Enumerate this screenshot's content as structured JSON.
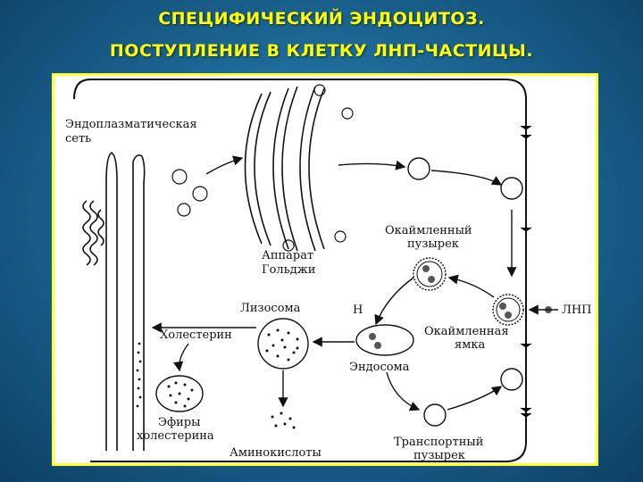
{
  "title": {
    "line1": "СПЕЦИФИЧЕСКИЙ ЭНДОЦИТОЗ.",
    "line2": "ПОСТУПЛЕНИЕ В КЛЕТКУ ЛНП-ЧАСТИЦЫ."
  },
  "diagram": {
    "er_label_1": "Эндоплазматическая",
    "er_label_2": "сеть",
    "golgi_label_1": "Аппарат",
    "golgi_label_2": "Гольджи",
    "coated_vesicle_label_1": "Окаймленный",
    "coated_vesicle_label_2": "пузырек",
    "h_label": "H",
    "lysosome_label": "Лизосома",
    "cholesterol_label": "Холестерин",
    "coated_pit_label_1": "Окаймленная",
    "coated_pit_label_2": "ямка",
    "ldl_label": "ЛНП",
    "endosome_label": "Эндосома",
    "esters_label_1": "Эфиры",
    "esters_label_2": "холестерина",
    "amino_label": "Аминокислоты",
    "transport_label_1": "Транспортный",
    "transport_label_2": "пузырек"
  },
  "colors": {
    "title": "#ffff00",
    "panel_border": "#ffff33",
    "background": "#1c6896"
  }
}
